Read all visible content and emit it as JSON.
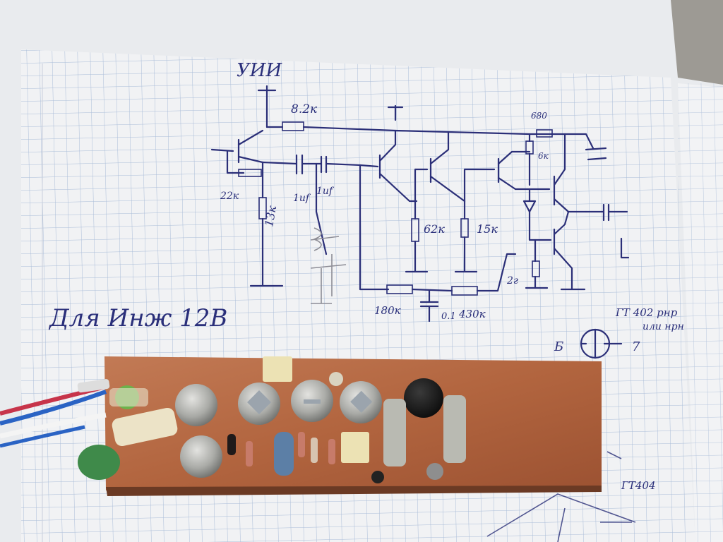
{
  "notebook": {
    "label_top": "УИИ",
    "resistors": [
      "8.2к",
      "22к",
      "13к",
      "62к",
      "15к",
      "180к",
      "430к",
      "680",
      "6к",
      "2г"
    ],
    "capacitors": [
      "1uf",
      "1uf",
      "0.1"
    ],
    "notes": [
      "Для Инж 12В",
      "ГТ 402 рнр",
      "или нрн",
      "ГТ404",
      "Б",
      "7"
    ]
  },
  "colors": {
    "paper": "#eef0f2",
    "grid": "#a9bcd8",
    "ink": "#2a2f7a",
    "board": "#b86a45"
  }
}
